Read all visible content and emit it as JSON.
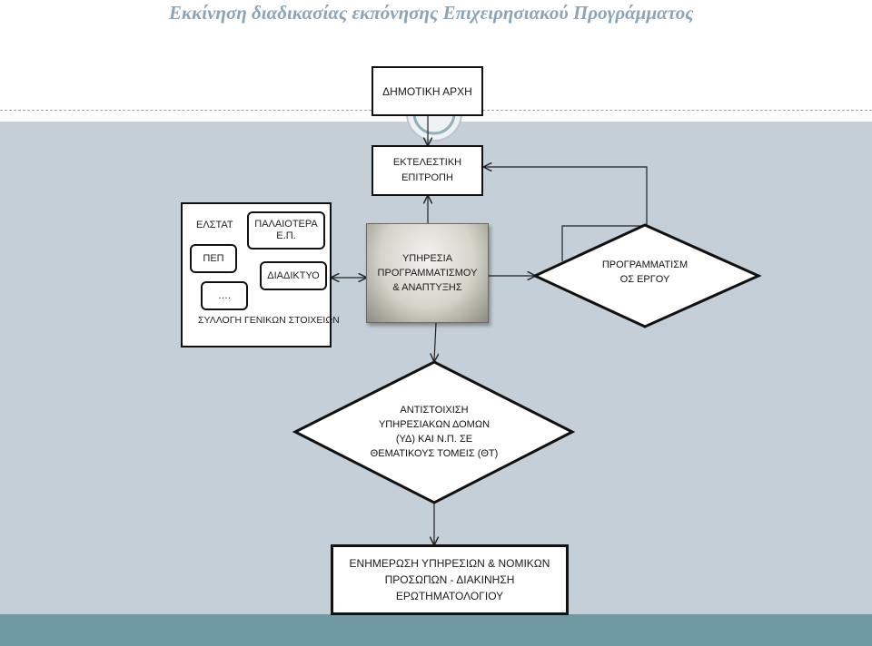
{
  "title": "Εκκίνηση διαδικασίας εκπόνησης Επιχειρησιακού Προγράμματος",
  "colors": {
    "band": "#c4cfd7",
    "bottom_band": "#6f9aa3",
    "accent_text": "#8aa4b8"
  },
  "nodes": {
    "municipal": "ΔΗΜΟΤΙΚΗ ΑΡΧΗ",
    "executive": {
      "line1": "ΕΚΤΕΛΕΣΤΙΚΗ",
      "line2": "ΕΠΙΤΡΟΠΗ"
    },
    "service": {
      "line1": "ΥΠΗΡΕΣΙΑ",
      "line2": "ΠΡΟΓΡΑΜΜΑΤΙΣΜΟΥ",
      "line3": "& ΑΝΑΠΤΥΞΗΣ"
    },
    "programming": {
      "line1": "ΠΡΟΓΡΑΜΜΑΤΙΣΜ",
      "line2": "ΟΣ ΕΡΓΟΥ"
    },
    "mapping": {
      "line1": "ΑΝΤΙΣΤΟΙΧΙΣΗ",
      "line2": "ΥΠΗΡΕΣΙΑΚΩΝ ΔΟΜΩΝ",
      "line3": "(ΥΔ) ΚΑΙ Ν.Π. ΣΕ",
      "line4": "ΘΕΜΑΤΙΚΟΥΣ ΤΟΜΕΙΣ (ΘΤ)"
    },
    "update": {
      "line1": "ΕΝΗΜΕΡΩΣΗ ΥΠΗΡΕΣΙΩΝ & ΝΟΜΙΚΩΝ",
      "line2": "ΠΡΟΣΩΠΩΝ - ΔΙΑΚΙΝΗΣΗ",
      "line3": "ΕΡΩΤΗΜΑΤΟΛΟΓΙΟΥ"
    }
  },
  "sources": {
    "elstat": "ΕΛΣΤΑΤ",
    "pep": "ΠΕΠ",
    "dots": "….",
    "older": {
      "line1": "ΠΑΛΑΙΟΤΕΡΑ",
      "line2": "Ε.Π."
    },
    "internet": "ΔΙΑΔΙΚΤΥΟ",
    "caption": "ΣΥΛΛΟΓΗ ΓΕΝΙΚΩΝ ΣΤΟΙΧΕΙΩΝ"
  }
}
